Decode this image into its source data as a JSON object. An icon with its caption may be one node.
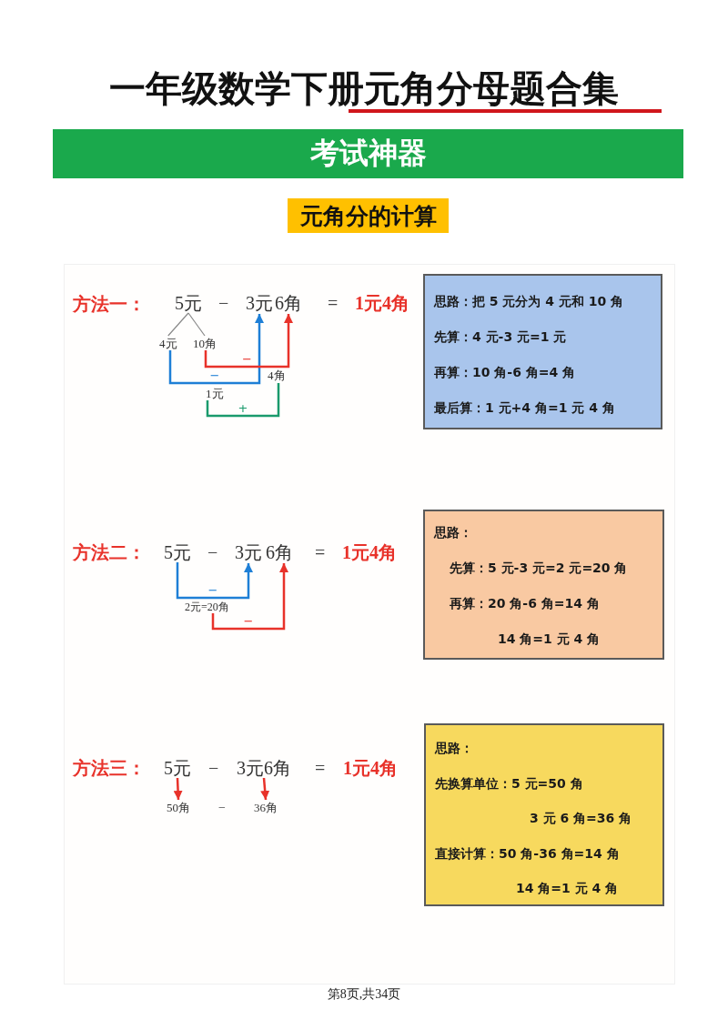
{
  "diagram": {
    "title": "一年级数学下册元角分母题合集",
    "nodes": [
      {
        "text": [
          "5元"
        ]
      },
      {
        "text": [
          "3元"
        ]
      },
      {
        "text": [
          "6角"
        ]
      },
      {
        "text": [
          "4元"
        ]
      },
      {
        "text": [
          "10角"
        ]
      },
      {
        "text": [
          "4角"
        ]
      },
      {
        "text": [
          "1元"
        ]
      },
      {
        "text": [
          "思路：把 5 元分为 4 元和 10 角",
          "先算：4 元-3 元=1 元",
          "再算：10 角-6 角=4 角",
          "最后算：1 元+4 角=1 元 4 角"
        ]
      },
      {
        "text": [
          "5元"
        ]
      },
      {
        "text": [
          "3元"
        ]
      },
      {
        "text": [
          "6角"
        ]
      },
      {
        "text": [
          "2元=20角"
        ]
      },
      {
        "text": [
          "思路：",
          "先算：5 元-3 元=2 元=20 角",
          "再算：20 角-6 角=14 角",
          "14 角=1 元 4 角"
        ]
      },
      {
        "text": [
          "5元"
        ]
      },
      {
        "text": [
          "3元6角"
        ]
      },
      {
        "text": [
          "50角"
        ]
      },
      {
        "text": [
          "36角"
        ]
      },
      {
        "text": [
          "思路：",
          "先换算单位：5 元=50 角",
          "3 元 6 角=36 角",
          "直接计算：50 角-36 角=14 角",
          "14 角=1 元 4 角"
        ]
      }
    ],
    "edges": [
      {
        "from": 0,
        "to": 3,
        "arrow": "none",
        "color": "#888888"
      },
      {
        "from": 0,
        "to": 4,
        "arrow": "none",
        "color": "#888888"
      },
      {
        "from": 3,
        "to": 1,
        "arrow": "to",
        "label": "−",
        "color": "#1e7fd6"
      },
      {
        "from": 4,
        "to": 2,
        "arrow": "to",
        "label": "−"
      },
      {
        "from": 6,
        "to": 5,
        "arrow": "none",
        "label": "+",
        "color": "#1a9a6c"
      },
      {
        "from": 8,
        "to": 9,
        "arrow": "to",
        "label": "−",
        "color": "#1e7fd6"
      },
      {
        "from": 11,
        "to": 10,
        "arrow": "to",
        "label": "−"
      },
      {
        "from": 13,
        "to": 15,
        "arrow": "to"
      },
      {
        "from": 14,
        "to": 16,
        "arrow": "to"
      }
    ],
    "labels": [
      "考试神器",
      "元角分的计算",
      "方法一：",
      "−",
      "=",
      "1元4角",
      "方法二：",
      "−",
      "=",
      "1元4角",
      "方法三：",
      "−",
      "=",
      "1元4角",
      "−",
      "第8页,共34页"
    ]
  }
}
